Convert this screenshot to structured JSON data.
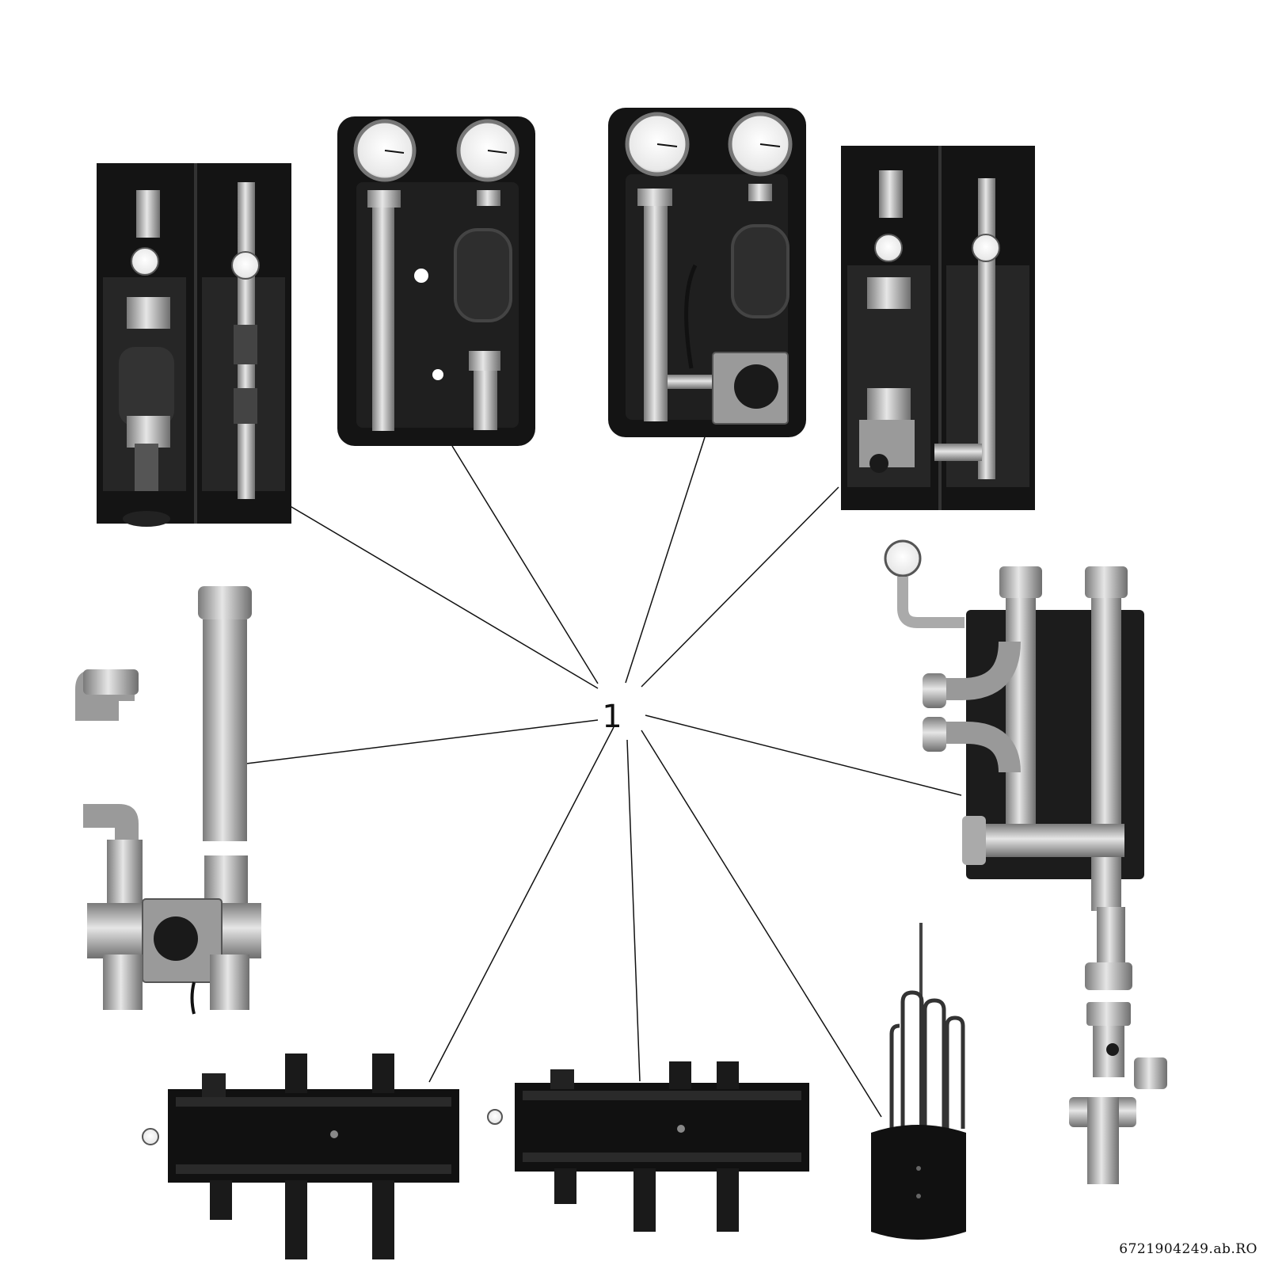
{
  "diagram": {
    "center_label": "1",
    "document_reference": "6721904249.ab.RO",
    "components": [
      {
        "id": "pump-group-insulated-double-left",
        "icon": "pump-station-icon"
      },
      {
        "id": "pump-group-gauges",
        "icon": "pump-station-icon"
      },
      {
        "id": "pump-group-gauges-mixer",
        "icon": "pump-station-icon"
      },
      {
        "id": "pump-group-insulated-double-right",
        "icon": "pump-station-icon"
      },
      {
        "id": "manifold-module-right",
        "icon": "manifold-icon"
      },
      {
        "id": "mixing-valve-kit-left",
        "icon": "mixing-valve-icon"
      },
      {
        "id": "distributor-large",
        "icon": "distributor-icon"
      },
      {
        "id": "distributor-small",
        "icon": "distributor-icon"
      },
      {
        "id": "heating-element",
        "icon": "heating-element-icon"
      },
      {
        "id": "fittings-right",
        "icon": "fittings-icon"
      }
    ],
    "colors": {
      "line": "#111111",
      "dark": "#1a1a1a",
      "metal": "#b8b8b8",
      "background": "#ffffff"
    }
  }
}
